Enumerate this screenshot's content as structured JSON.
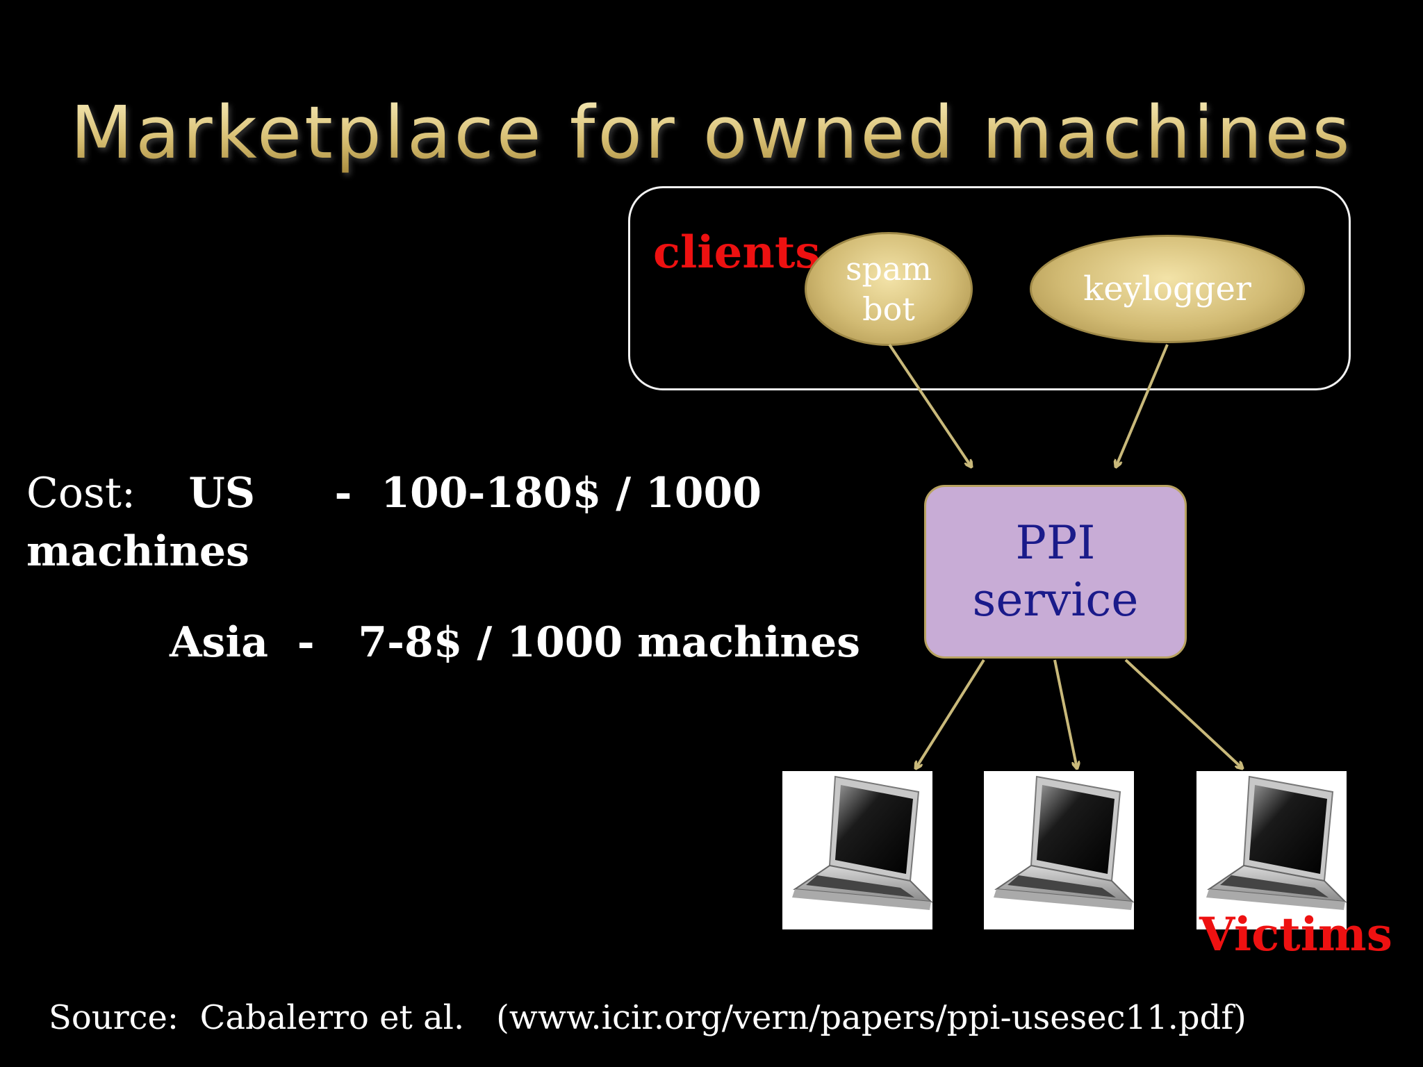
{
  "slide": {
    "title": "Marketplace for owned machines",
    "cost": {
      "prefix": "Cost:",
      "us_label": "US",
      "us_value": "-  100-180$ / 1000",
      "us_unit_wrap": "machines",
      "asia_label": "Asia",
      "asia_value": "-   7-8$ / 1000 machines"
    },
    "source": "Source:  Cabalerro et al.   (www.icir.org/vern/papers/ppi-usesec11.pdf)"
  },
  "diagram": {
    "clients_label": "clients",
    "spam_line1": "spam",
    "spam_line2": "bot",
    "keylogger_label": "keylogger",
    "ppi_line1": "PPI",
    "ppi_line2": "service",
    "victims_label": "Victims",
    "colors": {
      "title_gold": "#e6d48e",
      "client_red": "#ee1111",
      "ellipse_gold": "#d2bb74",
      "ppi_fill": "#c8acd6",
      "ppi_text": "#1a1a8a",
      "arrow": "#c9b97a"
    },
    "icons": [
      "laptop-icon",
      "laptop-icon",
      "laptop-icon"
    ]
  }
}
